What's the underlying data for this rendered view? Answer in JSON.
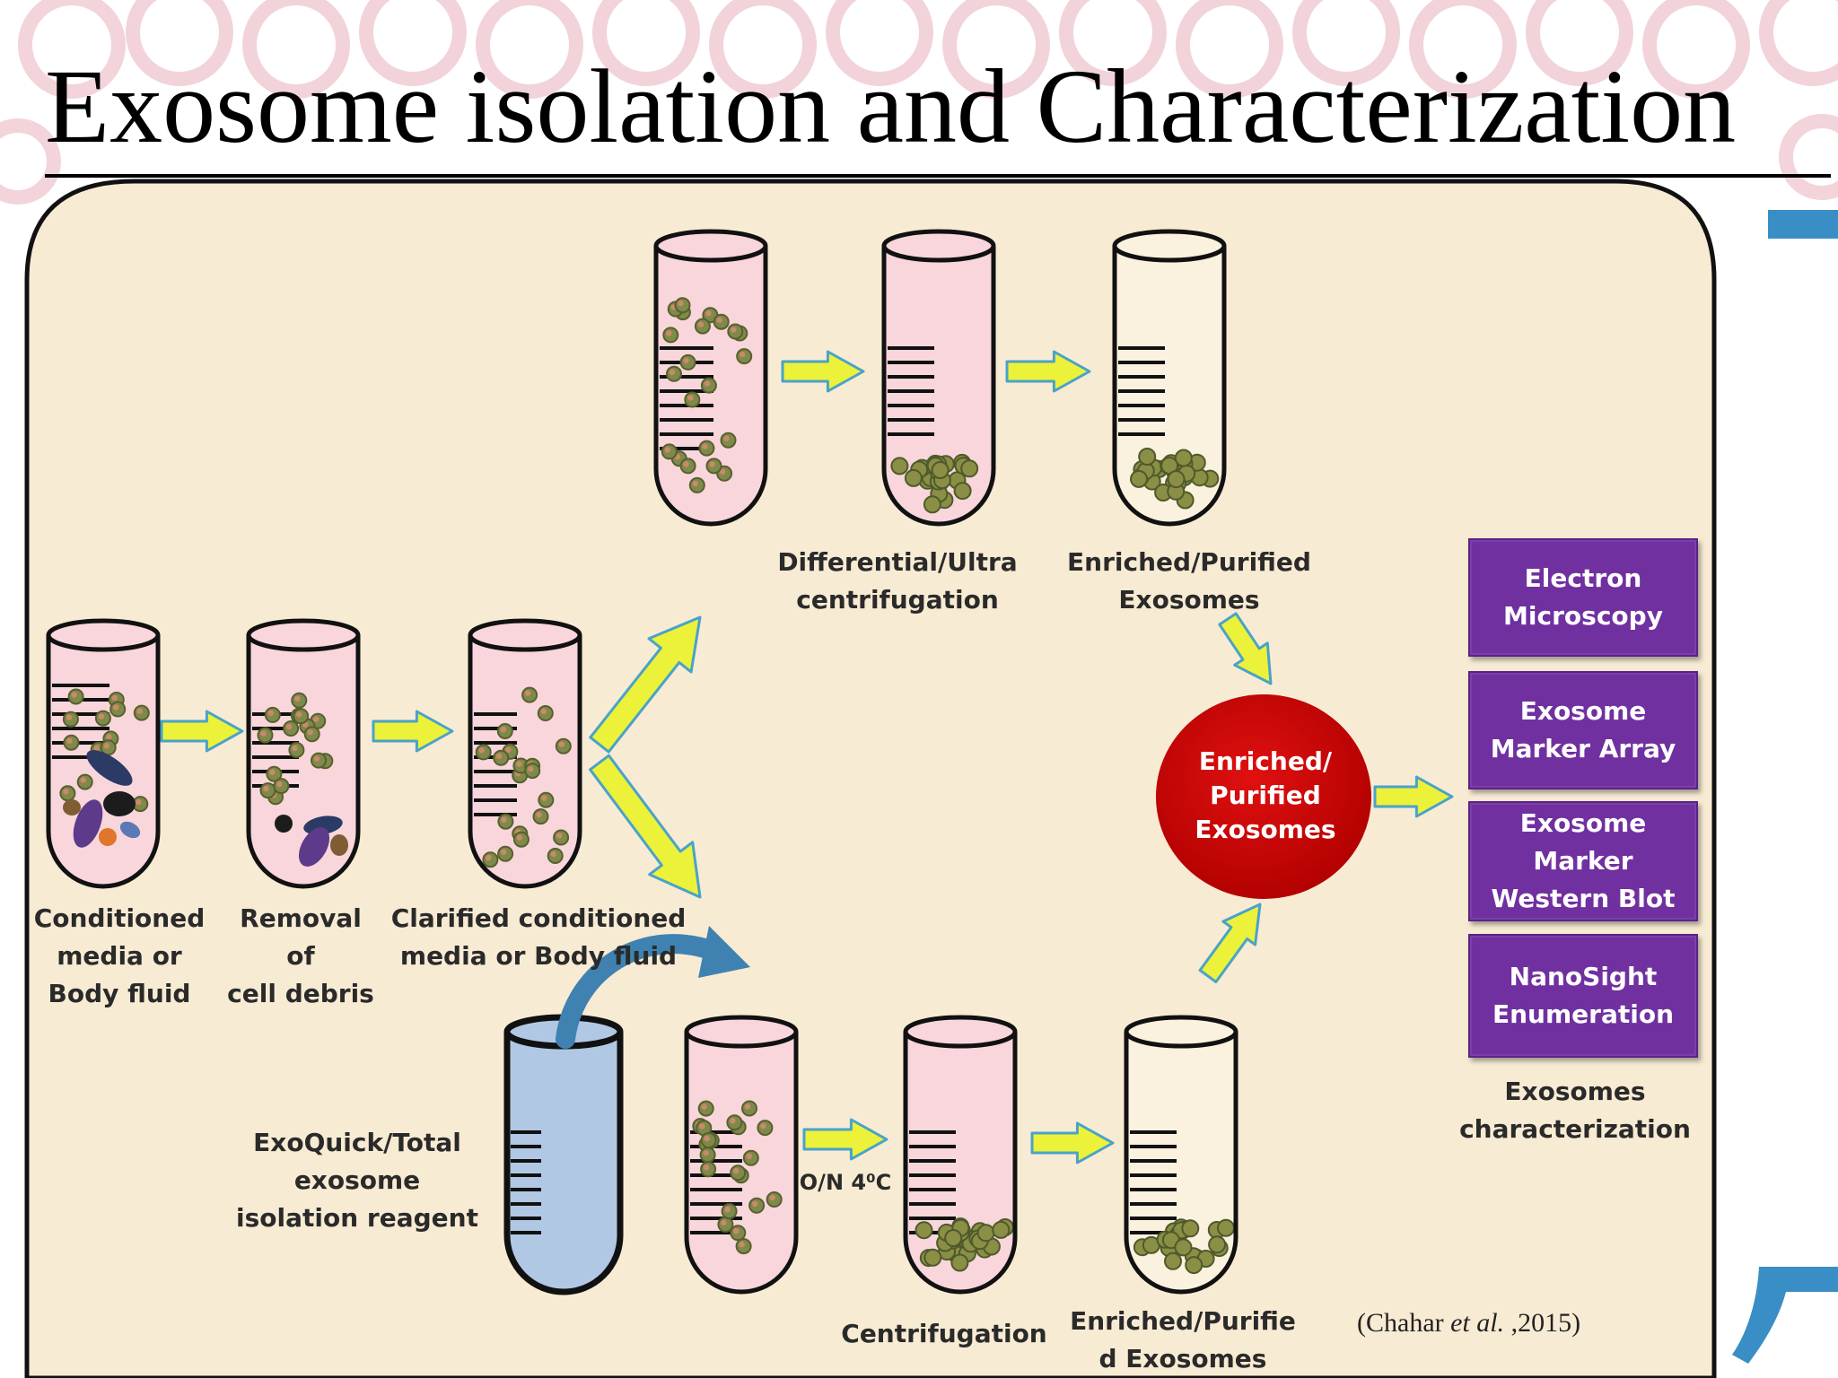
{
  "title": "Exosome isolation and Characterization",
  "colors": {
    "panel": "#f8ebd3",
    "tube_pink": "#f8d6dc",
    "tube_blue": "#b0c8e3",
    "tube_cream": "#fbf1df",
    "arrow_fill": "#ecf23a",
    "arrow_edge": "#49a3c8",
    "purple_box": "#7030a0",
    "red_circle": "#cc0000",
    "curved_arrow": "#3f82b2",
    "deco_ring": "#f1cfd6",
    "deco_bar": "#3a8ec6"
  },
  "labels": {
    "conditioned": "Conditioned\nmedia or\nBody fluid",
    "removal": "Removal\nof\ncell debris",
    "clarified": "Clarified conditioned\nmedia or Body fluid",
    "differential": "Differential/Ultra\ncentrifugation",
    "enriched_top": "Enriched/Purified\nExosomes",
    "reagent": "ExoQuick/Total\nexosome\nisolation reagent",
    "incubation": "O/N 4⁰C",
    "centrifugation": "Centrifugation",
    "enriched_bottom": "Enriched/Purifie\nd Exosomes",
    "characterization": "Exosomes\ncharacterization"
  },
  "center_circle": {
    "label": "Enriched/\nPurified\nExosomes",
    "icon": "red-circle"
  },
  "characterization_methods": [
    "Electron\nMicroscopy",
    "Exosome\nMarker Array",
    "Exosome\nMarker\nWestern Blot",
    "NanoSight\nEnumeration"
  ],
  "citation": {
    "authors": "(Chahar ",
    "etal": "et al.",
    "year": " ,2015)"
  }
}
